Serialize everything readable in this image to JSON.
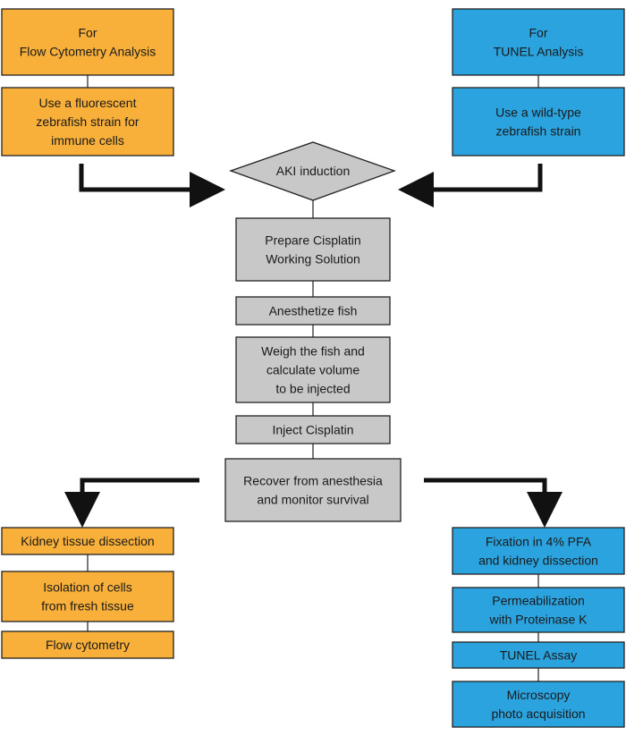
{
  "colors": {
    "orange_fill": "#F9B03A",
    "blue_fill": "#2BA3DF",
    "gray_fill": "#C8C8C8",
    "stroke": "#222222",
    "arrow": "#111111"
  },
  "left_header": {
    "title_lines": [
      "For",
      "Flow Cytometry Analysis"
    ],
    "step_lines": [
      "Use a fluorescent",
      "zebrafish strain for",
      "immune cells"
    ]
  },
  "right_header": {
    "title_lines": [
      "For",
      "TUNEL Analysis"
    ],
    "step_lines": [
      "Use a wild-type",
      "zebrafish strain"
    ]
  },
  "center": {
    "decision_label": "AKI induction",
    "steps": [
      [
        "Prepare Cisplatin",
        "Working Solution"
      ],
      [
        "Anesthetize fish"
      ],
      [
        "Weigh the fish and",
        "calculate volume",
        "to be injected"
      ],
      [
        "Inject Cisplatin"
      ],
      [
        "Recover from anesthesia",
        "and monitor survival"
      ]
    ]
  },
  "left_branch": {
    "steps": [
      [
        "Kidney tissue dissection"
      ],
      [
        "Isolation of cells",
        "from fresh tissue"
      ],
      [
        "Flow cytometry"
      ]
    ]
  },
  "right_branch": {
    "steps": [
      [
        "Fixation in 4% PFA",
        "and kidney dissection"
      ],
      [
        "Permeabilization",
        "with Proteinase K"
      ],
      [
        "TUNEL Assay"
      ],
      [
        "Microscopy",
        "photo acquisition"
      ]
    ]
  }
}
